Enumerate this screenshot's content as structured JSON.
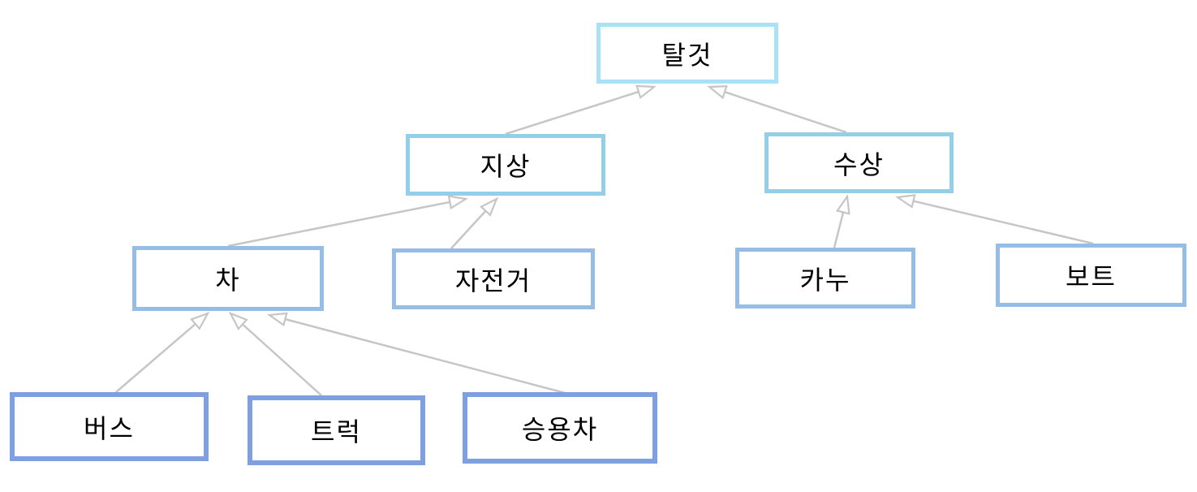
{
  "diagram": {
    "type": "hierarchy-tree",
    "description": "UML-style generalization tree of vehicle categories, arrows point from child to parent",
    "nodes": {
      "vehicle": {
        "label": "탈것",
        "level": 1
      },
      "ground": {
        "label": "지상",
        "level": 2
      },
      "water": {
        "label": "수상",
        "level": 2
      },
      "car": {
        "label": "차",
        "level": 3
      },
      "bicycle": {
        "label": "자전거",
        "level": 3
      },
      "canoe": {
        "label": "카누",
        "level": 3
      },
      "boat": {
        "label": "보트",
        "level": 3
      },
      "bus": {
        "label": "버스",
        "level": 4
      },
      "truck": {
        "label": "트럭",
        "level": 4
      },
      "sedan": {
        "label": "승용차",
        "level": 4
      }
    },
    "edges": [
      {
        "from": "ground",
        "to": "vehicle",
        "style": "open-triangle-arrow"
      },
      {
        "from": "water",
        "to": "vehicle",
        "style": "open-triangle-arrow"
      },
      {
        "from": "car",
        "to": "ground",
        "style": "open-triangle-arrow"
      },
      {
        "from": "bicycle",
        "to": "ground",
        "style": "open-triangle-arrow"
      },
      {
        "from": "canoe",
        "to": "water",
        "style": "open-triangle-arrow"
      },
      {
        "from": "boat",
        "to": "water",
        "style": "open-triangle-arrow"
      },
      {
        "from": "bus",
        "to": "car",
        "style": "open-triangle-arrow"
      },
      {
        "from": "truck",
        "to": "car",
        "style": "open-triangle-arrow"
      },
      {
        "from": "sedan",
        "to": "car",
        "style": "open-triangle-arrow"
      }
    ],
    "colors": {
      "border_level1": "#A8E2F5",
      "border_level2": "#93CFE9",
      "border_level3": "#95BDE5",
      "border_level4": "#7EA0E0",
      "connector": "#C6C6C6",
      "box_fill": "#FFFFFF",
      "canvas_bg": "#FFFFFF",
      "text": "#000000"
    }
  }
}
